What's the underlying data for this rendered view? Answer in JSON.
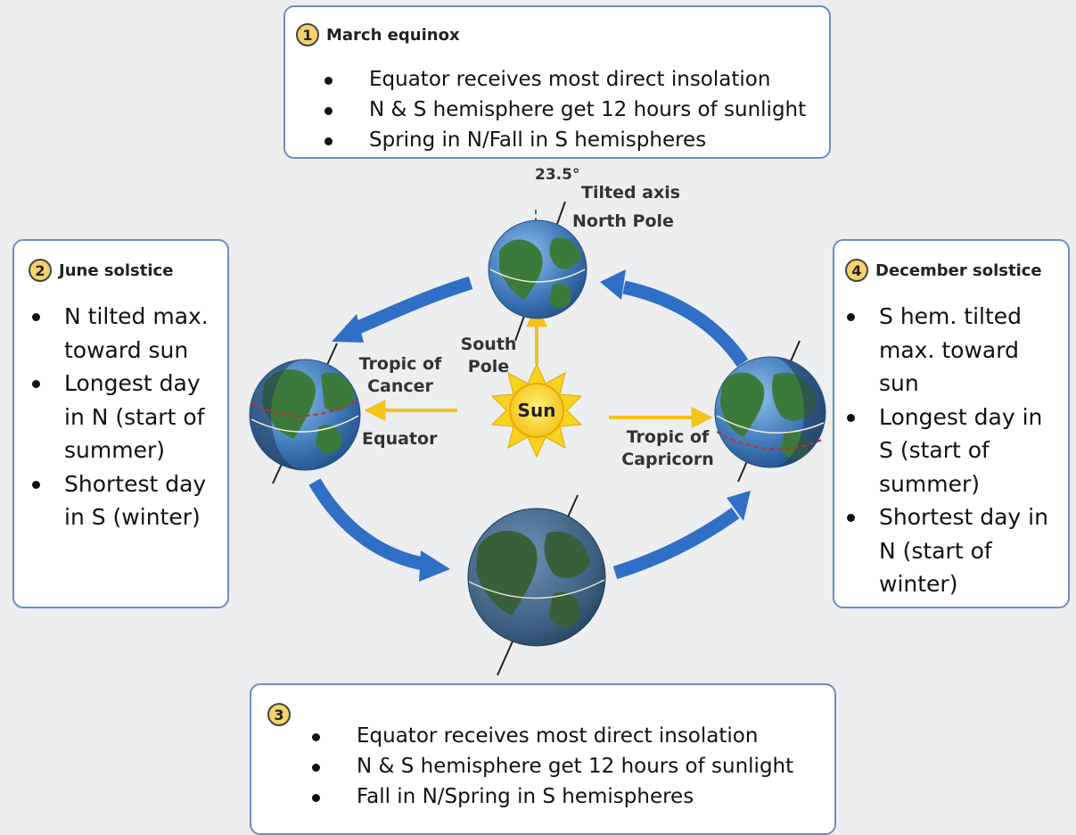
{
  "colors": {
    "orbit_arrow": "#2f6fc6",
    "sun_ray_arrow": "#f2c31a",
    "card_border": "#6a8fbf",
    "badge_fill": "#f3d36b",
    "ocean": "#3f78b8",
    "land": "#3c7a3c",
    "tropic_line": "#d0282a"
  },
  "card1": {
    "number": "1",
    "title": "March equinox",
    "bullets": [
      "Equator receives most direct insolation",
      "N & S hemisphere get 12 hours of sunlight",
      "Spring in N/Fall in S hemispheres"
    ]
  },
  "card2": {
    "number": "2",
    "title": "June solstice",
    "bullets": [
      "N  tilted max. toward sun",
      "Longest day in N (start of summer)",
      "Shortest day in S (winter)"
    ]
  },
  "card3": {
    "number": "3",
    "bullets": [
      "Equator receives most direct insolation",
      "N & S hemisphere get 12 hours of sunlight",
      "Fall in N/Spring in S hemispheres"
    ]
  },
  "card4": {
    "number": "4",
    "title": "December solstice",
    "bullets": [
      "S hem. tilted max. toward sun",
      "Longest day in S (start of summer)",
      "Shortest day in N (start of winter)"
    ]
  },
  "diagram": {
    "angle": "23.5°",
    "tilted_axis": "Tilted axis",
    "north_pole": "North Pole",
    "south_pole": "South Pole",
    "tropic_cancer": "Tropic of Cancer",
    "equator": "Equator",
    "sun": "Sun",
    "tropic_capricorn": "Tropic of Capricorn"
  }
}
